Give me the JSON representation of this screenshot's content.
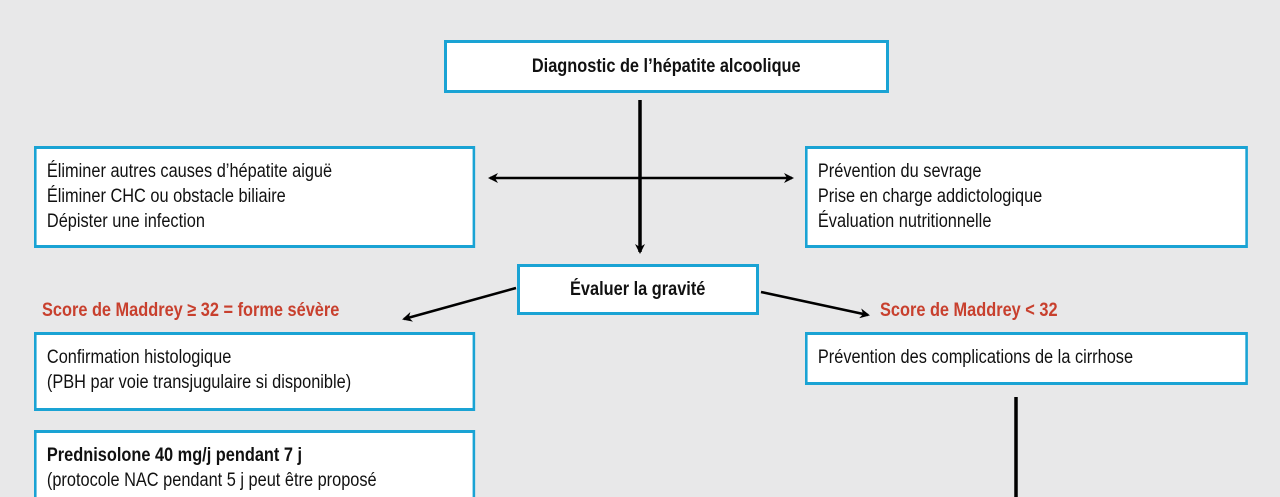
{
  "title": "Diagnostic de l’hépatite alcoolique",
  "left_top": {
    "lines": [
      "Éliminer autres causes d’hépatite aiguë",
      "Éliminer CHC ou obstacle biliaire",
      "Dépister une infection"
    ]
  },
  "right_top": {
    "lines": [
      "Prévention du sevrage",
      "Prise en charge addictologique",
      "Évaluation nutritionnelle"
    ]
  },
  "gravity": "Évaluer la gravité",
  "severe": {
    "label": "Score de Maddrey ≥ 32 = forme sévère",
    "box1": {
      "lines": [
        "Confirmation histologique",
        "(PBH par voie transjugulaire si disponible)"
      ]
    },
    "box2": {
      "line1": "Prednisolone 40 mg/j pendant 7 j",
      "line2": "(protocole NAC pendant 5 j peut être proposé"
    }
  },
  "mild": {
    "label": "Score de Maddrey < 32",
    "box1": {
      "lines": [
        "Prévention des complications de la cirrhose"
      ]
    }
  },
  "colors": {
    "background": "#e8e8e9",
    "box_border": "#1aa3d4",
    "score_text": "#c8402e",
    "arrow": "#000000"
  }
}
